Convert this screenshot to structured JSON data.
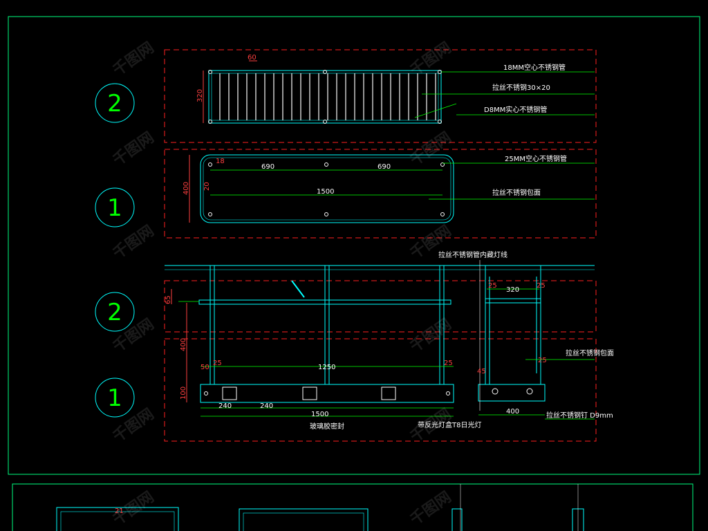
{
  "elevation_labels": {
    "top_detail": "2",
    "plan_detail": "1",
    "mid_elevation": "2",
    "bottom_elevation": "1"
  },
  "top_detail": {
    "dim_spacing": "60",
    "dim_height": "320",
    "note_tube": "18MM空心不锈钢管",
    "note_flat": "拉丝不锈钢30×20",
    "note_solid": "D8MM实心不锈钢管"
  },
  "plan_detail": {
    "dim_small": "18",
    "dim_span_left": "690",
    "dim_span_right": "690",
    "dim_total": "1500",
    "dim_height": "400",
    "dim_inner": "20",
    "note_tube": "25MM空心不锈钢管",
    "note_cover": "拉丝不锈钢包面"
  },
  "elevation": {
    "note_top": "拉丝不锈钢管内藏灯线",
    "dim_side_left": "25",
    "dim_side_mid": "320",
    "dim_side_right": "25",
    "dim_rail": "65",
    "dim_height": "400",
    "dim_a": "50",
    "dim_b": "25",
    "dim_inner_span": "1250",
    "dim_c": "25",
    "dim_base": "100",
    "dim_240a": "240",
    "dim_240b": "240",
    "dim_1500": "1500",
    "dim_400": "400",
    "dim_45": "45",
    "dim_25r": "25",
    "note_cover": "拉丝不锈钢包面",
    "note_seal": "玻璃胶密封",
    "note_light": "带反光灯盒T8日光灯",
    "note_nail": "拉丝不锈钢钉 D9mm"
  },
  "lower_panel": {
    "dim": "21"
  },
  "watermark": "千图网",
  "colors": {
    "background": "#000000",
    "frame": "#00ff80",
    "cyan": "#00ffff",
    "red_dashed": "#ff2020",
    "green_text": "#40ff40",
    "white_text": "#ffffff"
  }
}
